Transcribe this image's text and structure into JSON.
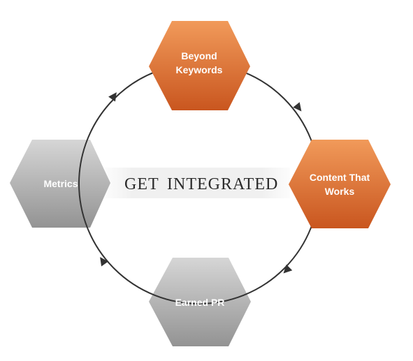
{
  "title": {
    "word1": "GET",
    "word2": "INTEGRATED"
  },
  "nodes": {
    "beyond_keywords": {
      "line1": "Beyond",
      "line2": "Keywords"
    },
    "content_that_works": {
      "line1": "Content That",
      "line2": "Works"
    },
    "earned_pr": {
      "label": "Earned PR"
    },
    "metrics": {
      "label": "Metrics"
    }
  },
  "colors": {
    "orange_light": "#ee9150",
    "orange_dark": "#cf5e27",
    "gray_light": "#d3d3d3",
    "gray_dark": "#9a9a9a",
    "cycle_line": "#333333",
    "band": "#eeeeee"
  }
}
